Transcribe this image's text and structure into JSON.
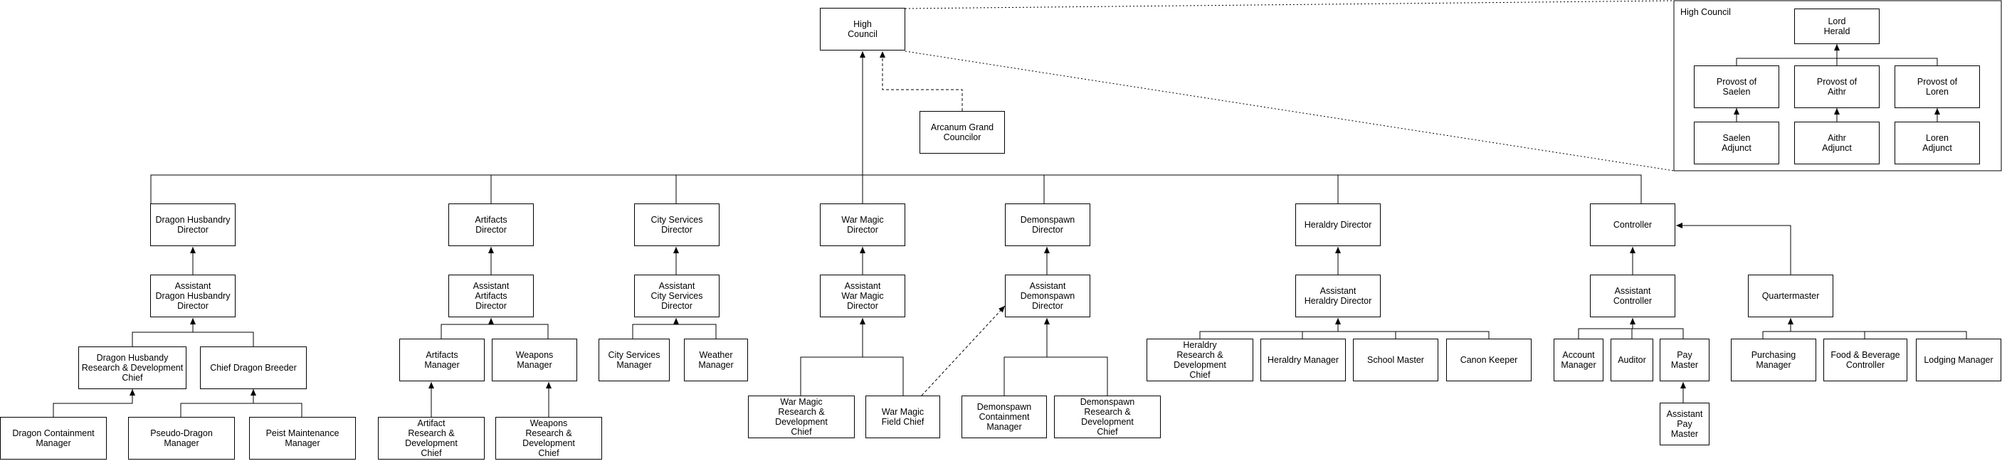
{
  "nodes": {
    "high_council": "High\nCouncil",
    "arcanum": "Arcanum Grand\nCouncilor",
    "dragon_dir": "Dragon Husbandry\nDirector",
    "dragon_asst": "Assistant\nDragon Husbandry\nDirector",
    "dragon_rd": "Dragon Husbandy\nResearch & Development\nChief",
    "dragon_breeder": "Chief Dragon Breeder",
    "dragon_containment": "Dragon Containment\nManager",
    "pseudo_dragon": "Pseudo-Dragon\nManager",
    "peist": "Peist Maintenance\nManager",
    "artifacts_dir": "Artifacts\nDirector",
    "artifacts_asst": "Assistant\nArtifacts\nDirector",
    "artifacts_mgr": "Artifacts\nManager",
    "weapons_mgr": "Weapons\nManager",
    "artifact_rd": "Artifact\nResearch & Development\nChief",
    "weapons_rd": "Weapons\nResearch & Development\nChief",
    "city_dir": "City Services\nDirector",
    "city_asst": "Assistant\nCity Services\nDirector",
    "city_mgr": "City Services\nManager",
    "weather_mgr": "Weather\nManager",
    "war_dir": "War Magic\nDirector",
    "war_asst": "Assistant\nWar Magic\nDirector",
    "war_rd": "War Magic\nResearch & Development\nChief",
    "war_field": "War Magic\nField Chief",
    "demon_dir": "Demonspawn\nDirector",
    "demon_asst": "Assistant\nDemonspawn\nDirector",
    "demon_containment": "Demonspawn\nContainment\nManager",
    "demon_rd": "Demonspawn\nResearch & Development\nChief",
    "heraldry_dir": "Heraldry Director",
    "heraldry_asst": "Assistant\nHeraldry Director",
    "heraldry_rd": "Heraldry\nResearch & Development\nChief",
    "heraldry_mgr": "Heraldry Manager",
    "school_master": "School Master",
    "canon_keeper": "Canon Keeper",
    "controller": "Controller",
    "controller_asst": "Assistant\nController",
    "account_mgr": "Account\nManager",
    "auditor": "Auditor",
    "pay_master": "Pay Master",
    "pay_master_asst": "Assistant\nPay Master",
    "quartermaster": "Quartermaster",
    "purchasing": "Purchasing Manager",
    "food_bev": "Food & Beverage\nController",
    "lodging": "Lodging Manager",
    "lord_herald": "Lord\nHerald",
    "provost_saelen": "Provost of\nSaelen",
    "provost_aithr": "Provost of\nAithr",
    "provost_loren": "Provost of\nLoren",
    "saelen_adjunct": "Saelen\nAdjunct",
    "aithr_adjunct": "Aithr\nAdjunct",
    "loren_adjunct": "Loren\nAdjunct"
  },
  "detail_frame_title": "High Council",
  "edges": [
    [
      "dragon_dir",
      "high_council",
      "solid"
    ],
    [
      "artifacts_dir",
      "high_council",
      "solid"
    ],
    [
      "city_dir",
      "high_council",
      "solid"
    ],
    [
      "war_dir",
      "high_council",
      "solid"
    ],
    [
      "demon_dir",
      "high_council",
      "solid"
    ],
    [
      "heraldry_dir",
      "high_council",
      "solid"
    ],
    [
      "controller",
      "high_council",
      "solid"
    ],
    [
      "arcanum",
      "high_council",
      "dashed"
    ],
    [
      "dragon_asst",
      "dragon_dir",
      "solid"
    ],
    [
      "dragon_rd",
      "dragon_asst",
      "solid"
    ],
    [
      "dragon_breeder",
      "dragon_asst",
      "solid"
    ],
    [
      "dragon_containment",
      "dragon_rd",
      "solid"
    ],
    [
      "pseudo_dragon",
      "dragon_breeder",
      "solid"
    ],
    [
      "peist",
      "dragon_breeder",
      "solid"
    ],
    [
      "artifacts_asst",
      "artifacts_dir",
      "solid"
    ],
    [
      "artifacts_mgr",
      "artifacts_asst",
      "solid"
    ],
    [
      "weapons_mgr",
      "artifacts_asst",
      "solid"
    ],
    [
      "artifact_rd",
      "artifacts_mgr",
      "solid"
    ],
    [
      "weapons_rd",
      "weapons_mgr",
      "solid"
    ],
    [
      "city_asst",
      "city_dir",
      "solid"
    ],
    [
      "city_mgr",
      "city_asst",
      "solid"
    ],
    [
      "weather_mgr",
      "city_asst",
      "solid"
    ],
    [
      "war_asst",
      "war_dir",
      "solid"
    ],
    [
      "war_rd",
      "war_asst",
      "solid"
    ],
    [
      "war_field",
      "war_asst",
      "solid"
    ],
    [
      "war_field",
      "demon_asst",
      "dashed"
    ],
    [
      "demon_asst",
      "demon_dir",
      "solid"
    ],
    [
      "demon_containment",
      "demon_asst",
      "solid"
    ],
    [
      "demon_rd",
      "demon_asst",
      "solid"
    ],
    [
      "heraldry_asst",
      "heraldry_dir",
      "solid"
    ],
    [
      "heraldry_rd",
      "heraldry_asst",
      "solid"
    ],
    [
      "heraldry_mgr",
      "heraldry_asst",
      "solid"
    ],
    [
      "school_master",
      "heraldry_asst",
      "solid"
    ],
    [
      "canon_keeper",
      "heraldry_asst",
      "solid"
    ],
    [
      "controller_asst",
      "controller",
      "solid"
    ],
    [
      "quartermaster",
      "controller",
      "solid"
    ],
    [
      "account_mgr",
      "controller_asst",
      "solid"
    ],
    [
      "auditor",
      "controller_asst",
      "solid"
    ],
    [
      "pay_master",
      "controller_asst",
      "solid"
    ],
    [
      "pay_master_asst",
      "pay_master",
      "solid"
    ],
    [
      "purchasing",
      "quartermaster",
      "solid"
    ],
    [
      "food_bev",
      "quartermaster",
      "solid"
    ],
    [
      "lodging",
      "quartermaster",
      "solid"
    ],
    [
      "provost_saelen",
      "lord_herald",
      "solid"
    ],
    [
      "provost_aithr",
      "lord_herald",
      "solid"
    ],
    [
      "provost_loren",
      "lord_herald",
      "solid"
    ],
    [
      "saelen_adjunct",
      "provost_saelen",
      "solid"
    ],
    [
      "aithr_adjunct",
      "provost_aithr",
      "solid"
    ],
    [
      "loren_adjunct",
      "provost_loren",
      "solid"
    ]
  ]
}
